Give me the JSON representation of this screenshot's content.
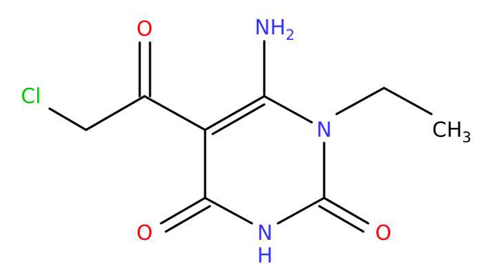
{
  "colors": {
    "bond": "#000000",
    "nitrogen": "#3333ff",
    "oxygen": "#ff0000",
    "chlorine": "#00cc00",
    "carbon": "#000000"
  },
  "atoms": {
    "o_acyl": "O",
    "cl": "Cl",
    "n_amino": "NH",
    "n_amino_sub": "2",
    "n1": "N",
    "ch3": "CH",
    "ch3_sub": "3",
    "o4": "O",
    "n3": "N",
    "h3": "H",
    "o2": "O"
  }
}
